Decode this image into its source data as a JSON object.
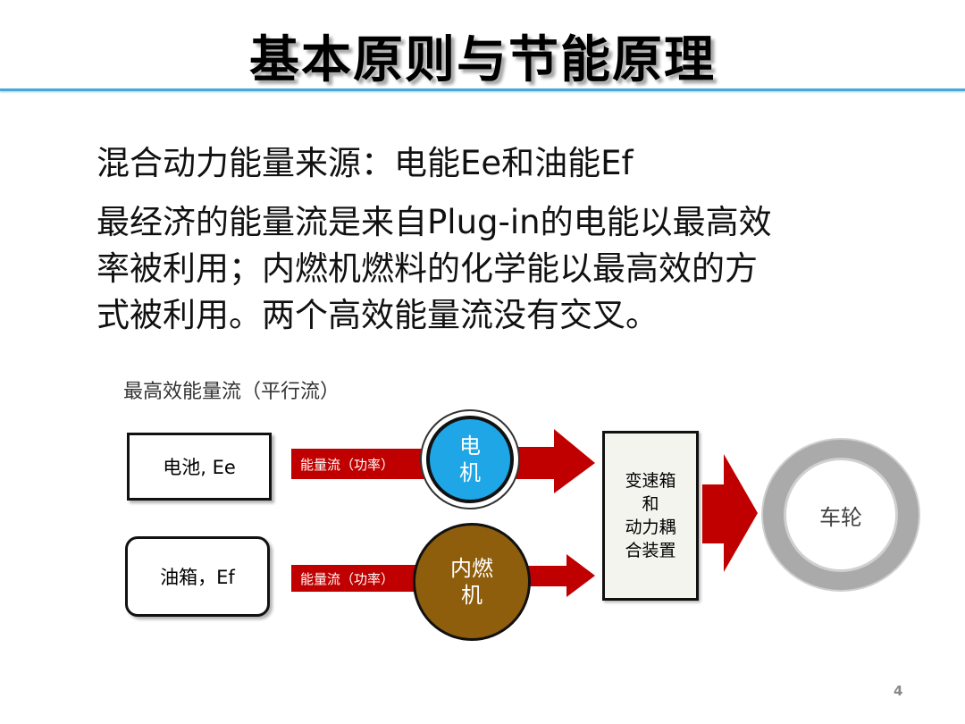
{
  "slide": {
    "title": "基本原则与节能原理",
    "accent_color": "#4aa8d8",
    "page_number": "4"
  },
  "body": {
    "lines": [
      "混合动力能量来源：电能Ee和油能Ef",
      "最经济的能量流是来自Plug-in的电能以最高效",
      "率被利用；内燃机燃料的化学能以最高效的方",
      "式被利用。两个高效能量流没有交叉。"
    ]
  },
  "diagram": {
    "title": "最高效能量流（平行流）",
    "battery": {
      "label": "电池, Ee"
    },
    "fuel_tank": {
      "label": "油箱，Ef"
    },
    "flow_label_top": "能量流（功率）",
    "flow_label_bottom": "能量流（功率）",
    "motor": {
      "line1": "电",
      "line2": "机",
      "color": "#1ea6e6"
    },
    "engine": {
      "line1": "内燃",
      "line2": "机",
      "color": "#8f5e0c"
    },
    "gearbox": {
      "line1": "变速箱",
      "line2": "和",
      "line3": "动力耦",
      "line4": "合装置"
    },
    "wheel": {
      "label": "车轮"
    },
    "arrow_color": "#c00000"
  }
}
